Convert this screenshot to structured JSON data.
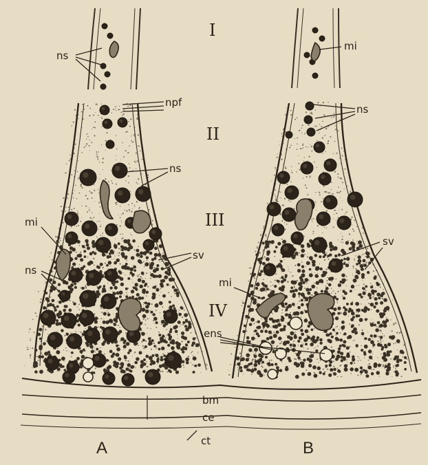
{
  "stages": [
    "I",
    "II",
    "III",
    "IV"
  ],
  "panels": [
    "A",
    "B"
  ],
  "labels": {
    "ns_top": "ns",
    "npf": "npf",
    "ns_mid": "ns",
    "mi_left": "mi",
    "ns_left": "ns",
    "sv_left": "sv",
    "mi_top_right": "mi",
    "ns_right": "ns",
    "sv_right": "sv",
    "mi_right": "mi",
    "ens": "ens",
    "bm": "bm",
    "ce": "ce",
    "ct": "ct"
  }
}
